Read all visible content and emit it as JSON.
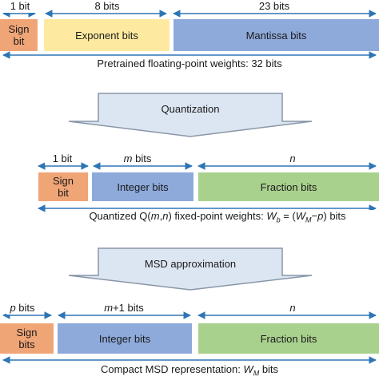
{
  "colors": {
    "sign": "#f0a577",
    "exponent": "#fdeaa0",
    "integer": "#8eaadb",
    "mantissa": "#8eaadb",
    "fraction": "#a9d18e",
    "arrow_fill": "#dce6f2",
    "arrow_stroke": "#8896a8",
    "dim_line": "#2e75b6"
  },
  "section1": {
    "dims": {
      "sign": "1 bit",
      "exponent": "8 bits",
      "mantissa": "23 bits"
    },
    "boxes": {
      "sign": "Sign bit",
      "exponent": "Exponent bits",
      "mantissa": "Mantissa bits"
    },
    "caption": "Pretrained floating-point weights: 32 bits"
  },
  "arrow1": {
    "label": "Quantization"
  },
  "section2": {
    "dims": {
      "sign": "1 bit",
      "integer_var": "m",
      "integer_suffix": " bits",
      "fraction_var": "n"
    },
    "boxes": {
      "sign": "Sign bit",
      "integer": "Integer bits",
      "fraction": "Fraction bits"
    },
    "caption": {
      "prefix": "Quantized Q(",
      "m": "m",
      "comma": ",",
      "n": "n",
      "mid": ") fixed-point weights: ",
      "wb": "W",
      "wb_sub": "b",
      "eq": " = (",
      "wm": "W",
      "wm_sub": "M",
      "minus": "−",
      "p": "p",
      "suffix": ") bits"
    }
  },
  "arrow2": {
    "label": "MSD approximation"
  },
  "section3": {
    "dims": {
      "sign_var": "p",
      "sign_suffix": " bits",
      "integer_var": "m",
      "integer_suffix": "+1 bits",
      "fraction_var": "n"
    },
    "boxes": {
      "sign": "Sign bits",
      "integer": "Integer bits",
      "fraction": "Fraction bits"
    },
    "caption": {
      "prefix": "Compact MSD representation: ",
      "wm": "W",
      "wm_sub": "M",
      "suffix": " bits"
    }
  }
}
